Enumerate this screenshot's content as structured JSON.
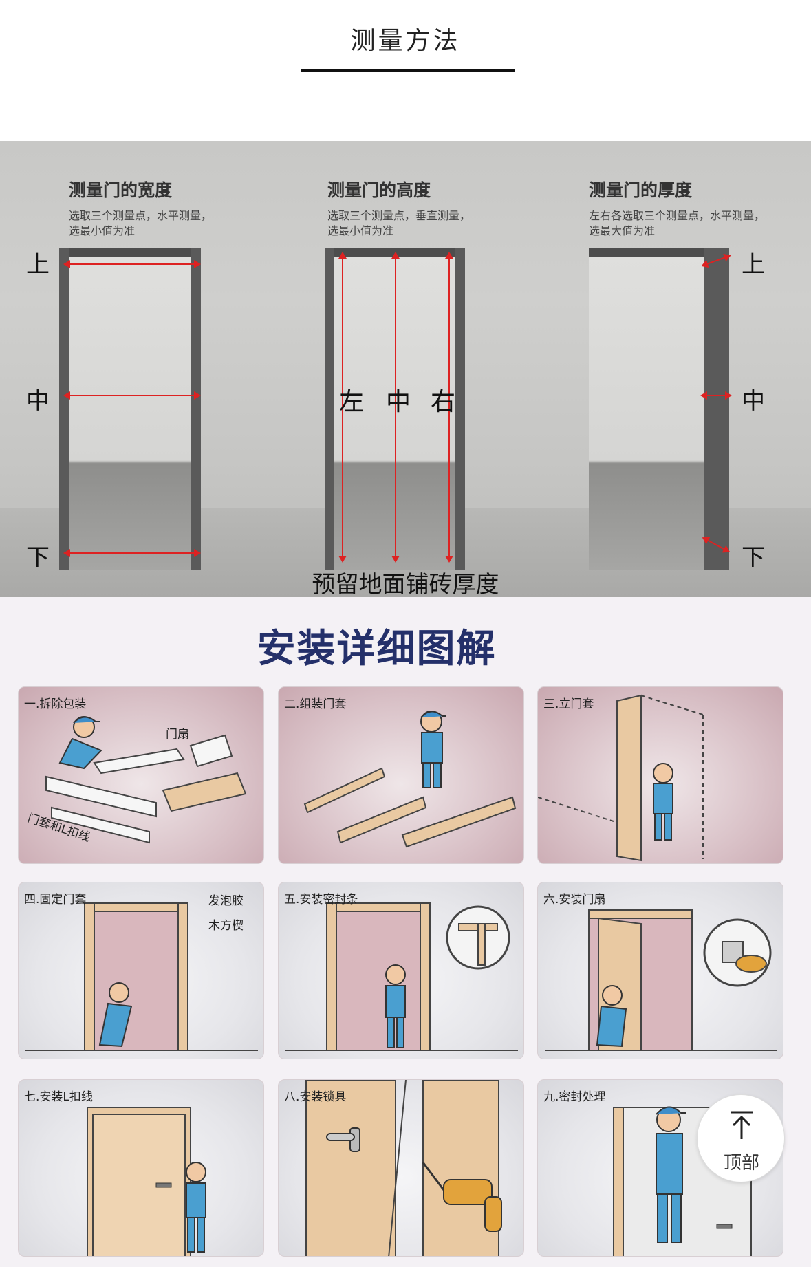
{
  "header": {
    "title": "测量方法"
  },
  "measure": {
    "panels": [
      {
        "title": "测量门的宽度",
        "desc": "选取三个测量点，水平测量，\n选最小值为准"
      },
      {
        "title": "测量门的高度",
        "desc": "选取三个测量点，垂直测量，\n选最小值为准"
      },
      {
        "title": "测量门的厚度",
        "desc": "左右各选取三个测量点，水平测量，\n选最大值为准"
      }
    ],
    "side_labels": {
      "top": "上",
      "middle": "中",
      "bottom": "下"
    },
    "height_points": {
      "left": "左",
      "middle": "中",
      "right": "右"
    },
    "reserve_note": "预留地面铺砖厚度"
  },
  "install": {
    "title": "安装详细图解",
    "steps": [
      {
        "label": "一.拆除包装",
        "callouts": [
          "门扇",
          "门套和L扣线"
        ]
      },
      {
        "label": "二.组装门套",
        "callouts": []
      },
      {
        "label": "三.立门套",
        "callouts": []
      },
      {
        "label": "四.固定门套",
        "callouts": [
          "发泡胶",
          "木方楔"
        ]
      },
      {
        "label": "五.安装密封条",
        "callouts": []
      },
      {
        "label": "六.安装门扇",
        "callouts": []
      },
      {
        "label": "七.安装L扣线",
        "callouts": []
      },
      {
        "label": "八.安装锁具",
        "callouts": []
      },
      {
        "label": "九.密封处理",
        "callouts": []
      }
    ]
  },
  "back_to_top": {
    "label": "顶部",
    "icon": "arrow-up-icon"
  },
  "colors": {
    "accent_red": "#dd2222",
    "title_navy": "#24306a",
    "worker_blue": "#4a9fd0"
  }
}
